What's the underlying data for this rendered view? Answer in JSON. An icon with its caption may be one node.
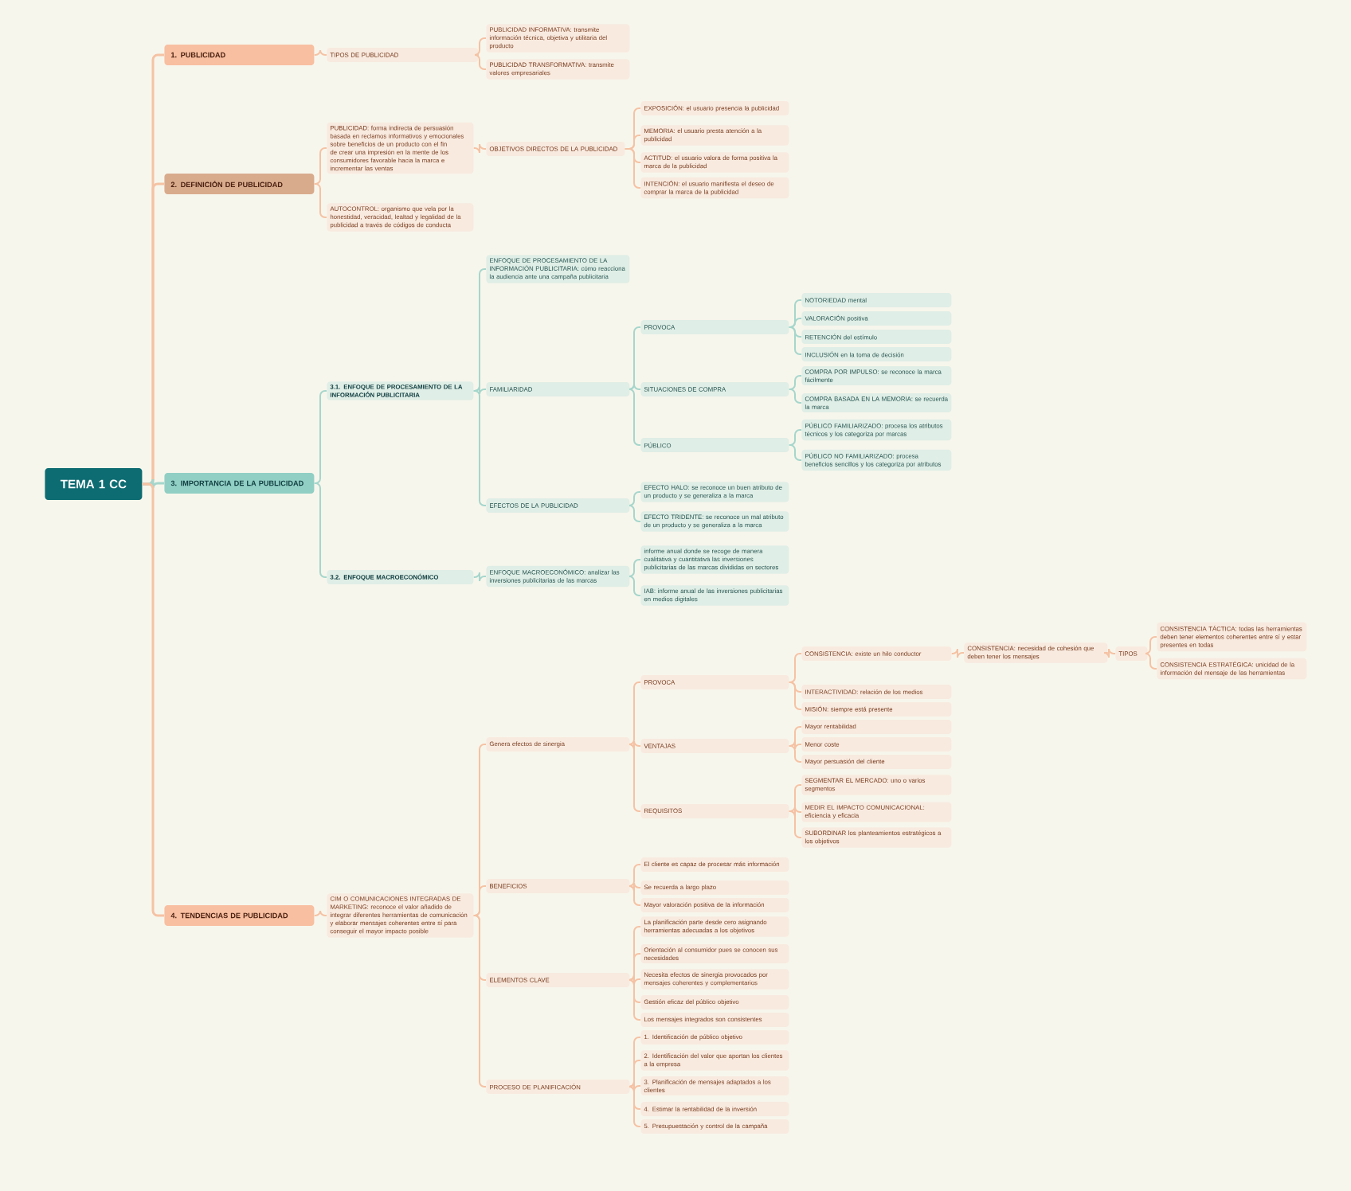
{
  "diagram": {
    "nodes": [
      {
        "text": [
          "TEMA 1 CC"
        ]
      },
      {
        "text": [
          "1. PUBLICIDAD"
        ]
      },
      {
        "text": [
          "TIPOS DE PUBLICIDAD"
        ]
      },
      {
        "text": [
          "PUBLICIDAD INFORMATIVA: transmite información técnica, objetiva y utilitaria del producto"
        ]
      },
      {
        "text": [
          "PUBLICIDAD TRANSFORMATIVA: transmite valores empresariales"
        ]
      },
      {
        "text": [
          "2. DEFINICIÓN DE PUBLICIDAD"
        ]
      },
      {
        "text": [
          "PUBLICIDAD: forma indirecta de persuasión basada en reclamos informativos y emocionales sobre beneficios de un producto con el fin de crear una impresión en la mente de los consumidores favorable hacia la marca e incrementar las ventas"
        ]
      },
      {
        "text": [
          "OBJETIVOS DIRECTOS DE LA PUBLICIDAD"
        ]
      },
      {
        "text": [
          "EXPOSICIÓN: el usuario presencia la publicidad"
        ]
      },
      {
        "text": [
          "MEMORIA: el usuario presta atención a la publicidad"
        ]
      },
      {
        "text": [
          "ACTITUD: el usuario valora de forma positiva la marca de la publicidad"
        ]
      },
      {
        "text": [
          "INTENCIÓN: el usuario manifiesta el deseo de comprar la marca de la publicidad"
        ]
      },
      {
        "text": [
          "AUTOCONTROL: organismo que vela por la honestidad, veracidad, lealtad y legalidad de la publicidad a través de códigos de conducta"
        ]
      },
      {
        "text": [
          "3. IMPORTANCIA DE LA PUBLICIDAD"
        ]
      },
      {
        "text": [
          "3.1. ENFOQUE DE PROCESAMIENTO DE LA INFORMACIÓN PUBLICITARIA"
        ]
      },
      {
        "text": [
          "ENFOQUE DE PROCESAMIENTO DE LA INFORMACIÓN PUBLICITARIA: cómo reacciona la audiencia ante una campaña publicitaria"
        ]
      },
      {
        "text": [
          "FAMILIARIDAD"
        ]
      },
      {
        "text": [
          "PROVOCA"
        ]
      },
      {
        "text": [
          "NOTORIEDAD mental"
        ]
      },
      {
        "text": [
          "VALORACIÓN positiva"
        ]
      },
      {
        "text": [
          "RETENCIÓN del estímulo"
        ]
      },
      {
        "text": [
          "INCLUSIÓN en la toma de decisión"
        ]
      },
      {
        "text": [
          "SITUACIONES DE COMPRA"
        ]
      },
      {
        "text": [
          "COMPRA POR IMPULSO: se reconoce la marca fácilmente"
        ]
      },
      {
        "text": [
          "COMPRA BASADA EN LA MEMORIA: se recuerda la marca"
        ]
      },
      {
        "text": [
          "PÚBLICO"
        ]
      },
      {
        "text": [
          "PÚBLICO FAMILIARIZADO: procesa los atributos técnicos y los categoriza por marcas"
        ]
      },
      {
        "text": [
          "PÚBLICO NO FAMILIARIZADO: procesa beneficios sencillos y los categoriza por atributos"
        ]
      },
      {
        "text": [
          "EFECTOS DE LA PUBLICIDAD"
        ]
      },
      {
        "text": [
          "EFECTO HALO: se reconoce un buen atributo de un producto y se generaliza a la marca"
        ]
      },
      {
        "text": [
          "EFECTO TRIDENTE: se reconoce un mal atributo de un producto y se generaliza a la marca"
        ]
      },
      {
        "text": [
          "3.2. ENFOQUE MACROECONÓMICO"
        ]
      },
      {
        "text": [
          "ENFOQUE MACROECONÓMICO: analizar las inversiones publicitarias de las marcas"
        ]
      },
      {
        "text": [
          "informe anual donde se recoge de manera cualitativa y cuantitativa las inversiones publicitarias de las marcas divididas en sectores"
        ]
      },
      {
        "text": [
          "IAB: informe anual de las inversiones publicitarias en medios digitales"
        ]
      },
      {
        "text": [
          "4. TENDENCIAS DE PUBLICIDAD"
        ]
      },
      {
        "text": [
          "CIM O COMUNICACIONES INTEGRADAS DE MARKETING: reconoce el valor añadido de integrar diferentes herramientas de comunicación y elaborar mensajes coherentes entre sí para conseguir el mayor impacto posible"
        ]
      },
      {
        "text": [
          "Genera efectos de sinergia"
        ]
      },
      {
        "text": [
          "PROVOCA"
        ]
      },
      {
        "text": [
          "CONSISTENCIA: existe un hilo conductor"
        ]
      },
      {
        "text": [
          "CONSISTENCIA: necesidad de cohesión que deben tener los mensajes"
        ]
      },
      {
        "text": [
          "TIPOS"
        ]
      },
      {
        "text": [
          "CONSISTENCIA TÁCTICA: todas las herramientas deben tener elementos coherentes entre sí y estar presentes en todas"
        ]
      },
      {
        "text": [
          "CONSISTENCIA ESTRATÉGICA: unicidad de la información del mensaje de las herramientas"
        ]
      },
      {
        "text": [
          "INTERACTIVIDAD: relación de los medios"
        ]
      },
      {
        "text": [
          "MISIÓN: siempre está presente"
        ]
      },
      {
        "text": [
          "VENTAJAS"
        ]
      },
      {
        "text": [
          "Mayor rentabilidad"
        ]
      },
      {
        "text": [
          "Menor coste"
        ]
      },
      {
        "text": [
          "Mayor persuasión del cliente"
        ]
      },
      {
        "text": [
          "REQUISITOS"
        ]
      },
      {
        "text": [
          "SEGMENTAR EL MERCADO: uno o varios segmentos"
        ]
      },
      {
        "text": [
          "MEDIR EL IMPACTO COMUNICACIONAL: eficiencia y eficacia"
        ]
      },
      {
        "text": [
          "SUBORDINAR los planteamientos estratégicos a los objetivos"
        ]
      },
      {
        "text": [
          "BENEFICIOS"
        ]
      },
      {
        "text": [
          "El cliente es capaz de procesar más información"
        ]
      },
      {
        "text": [
          "Se recuerda a largo plazo"
        ]
      },
      {
        "text": [
          "Mayor valoración positiva de la información"
        ]
      },
      {
        "text": [
          "ELEMENTOS CLAVE"
        ]
      },
      {
        "text": [
          "La planificación parte desde cero asignando herramientas adecuadas a los objetivos"
        ]
      },
      {
        "text": [
          "Orientación al consumidor pues se conocen sus necesidades"
        ]
      },
      {
        "text": [
          "Necesita efectos de sinergia provocados por mensajes coherentes y complementarios"
        ]
      },
      {
        "text": [
          "Gestión eficaz del público objetivo"
        ]
      },
      {
        "text": [
          "Los mensajes integrados son consistentes"
        ]
      },
      {
        "text": [
          "PROCESO DE PLANIFICACIÓN"
        ]
      },
      {
        "text": [
          "1. Identificación de público objetivo"
        ]
      },
      {
        "text": [
          "2. Identificación del valor que aportan los clientes a la empresa"
        ]
      },
      {
        "text": [
          "3. Planificación de mensajes adaptados a los clientes"
        ]
      },
      {
        "text": [
          "4. Estimar la rentabilidad de la inversión"
        ]
      },
      {
        "text": [
          "5. Presupuestación y control de la campaña"
        ]
      }
    ],
    "edges": [
      {
        "from": 0,
        "to": 1,
        "arrow": "none"
      },
      {
        "from": 0,
        "to": 5,
        "arrow": "none"
      },
      {
        "from": 0,
        "to": 13,
        "arrow": "none",
        "color": "#a6d6cc"
      },
      {
        "from": 0,
        "to": 35,
        "arrow": "none"
      },
      {
        "from": 1,
        "to": 2,
        "arrow": "none"
      },
      {
        "from": 2,
        "to": 3,
        "arrow": "none"
      },
      {
        "from": 2,
        "to": 4,
        "arrow": "none"
      },
      {
        "from": 5,
        "to": 6,
        "arrow": "none"
      },
      {
        "from": 6,
        "to": 7,
        "arrow": "none"
      },
      {
        "from": 7,
        "to": 8,
        "arrow": "none"
      },
      {
        "from": 7,
        "to": 9,
        "arrow": "none"
      },
      {
        "from": 7,
        "to": 10,
        "arrow": "none"
      },
      {
        "from": 7,
        "to": 11,
        "arrow": "none"
      },
      {
        "from": 5,
        "to": 12,
        "arrow": "none"
      },
      {
        "from": 13,
        "to": 14,
        "arrow": "none",
        "color": "#a6d6cc"
      },
      {
        "from": 14,
        "to": 15,
        "arrow": "none",
        "color": "#a6d6cc"
      },
      {
        "from": 14,
        "to": 16,
        "arrow": "none",
        "color": "#a6d6cc"
      },
      {
        "from": 16,
        "to": 17,
        "arrow": "none",
        "color": "#a6d6cc"
      },
      {
        "from": 17,
        "to": 18,
        "arrow": "none",
        "color": "#a6d6cc"
      },
      {
        "from": 17,
        "to": 19,
        "arrow": "none",
        "color": "#a6d6cc"
      },
      {
        "from": 17,
        "to": 20,
        "arrow": "none",
        "color": "#a6d6cc"
      },
      {
        "from": 17,
        "to": 21,
        "arrow": "none",
        "color": "#a6d6cc"
      },
      {
        "from": 16,
        "to": 22,
        "arrow": "none",
        "color": "#a6d6cc"
      },
      {
        "from": 22,
        "to": 23,
        "arrow": "none",
        "color": "#a6d6cc"
      },
      {
        "from": 22,
        "to": 24,
        "arrow": "none",
        "color": "#a6d6cc"
      },
      {
        "from": 16,
        "to": 25,
        "arrow": "none",
        "color": "#a6d6cc"
      },
      {
        "from": 25,
        "to": 26,
        "arrow": "none",
        "color": "#a6d6cc"
      },
      {
        "from": 25,
        "to": 27,
        "arrow": "none",
        "color": "#a6d6cc"
      },
      {
        "from": 14,
        "to": 28,
        "arrow": "none",
        "color": "#a6d6cc"
      },
      {
        "from": 28,
        "to": 29,
        "arrow": "none",
        "color": "#a6d6cc"
      },
      {
        "from": 28,
        "to": 30,
        "arrow": "none",
        "color": "#a6d6cc"
      },
      {
        "from": 13,
        "to": 31,
        "arrow": "none",
        "color": "#a6d6cc"
      },
      {
        "from": 31,
        "to": 32,
        "arrow": "none",
        "color": "#a6d6cc"
      },
      {
        "from": 32,
        "to": 33,
        "arrow": "none",
        "color": "#a6d6cc"
      },
      {
        "from": 32,
        "to": 34,
        "arrow": "none",
        "color": "#a6d6cc"
      },
      {
        "from": 35,
        "to": 36,
        "arrow": "none"
      },
      {
        "from": 36,
        "to": 37,
        "arrow": "none"
      },
      {
        "from": 37,
        "to": 38,
        "arrow": "none"
      },
      {
        "from": 38,
        "to": 39,
        "arrow": "none"
      },
      {
        "from": 39,
        "to": 40,
        "arrow": "none"
      },
      {
        "from": 40,
        "to": 41,
        "arrow": "none"
      },
      {
        "from": 41,
        "to": 42,
        "arrow": "none"
      },
      {
        "from": 41,
        "to": 43,
        "arrow": "none"
      },
      {
        "from": 38,
        "to": 44,
        "arrow": "none"
      },
      {
        "from": 38,
        "to": 45,
        "arrow": "none"
      },
      {
        "from": 37,
        "to": 46,
        "arrow": "none"
      },
      {
        "from": 46,
        "to": 47,
        "arrow": "none"
      },
      {
        "from": 46,
        "to": 48,
        "arrow": "none"
      },
      {
        "from": 46,
        "to": 49,
        "arrow": "none"
      },
      {
        "from": 37,
        "to": 50,
        "arrow": "none"
      },
      {
        "from": 50,
        "to": 51,
        "arrow": "none"
      },
      {
        "from": 50,
        "to": 52,
        "arrow": "none"
      },
      {
        "from": 50,
        "to": 53,
        "arrow": "none"
      },
      {
        "from": 36,
        "to": 54,
        "arrow": "none"
      },
      {
        "from": 54,
        "to": 55,
        "arrow": "none"
      },
      {
        "from": 54,
        "to": 56,
        "arrow": "none"
      },
      {
        "from": 54,
        "to": 57,
        "arrow": "none"
      },
      {
        "from": 36,
        "to": 58,
        "arrow": "none"
      },
      {
        "from": 58,
        "to": 59,
        "arrow": "none"
      },
      {
        "from": 58,
        "to": 60,
        "arrow": "none"
      },
      {
        "from": 58,
        "to": 61,
        "arrow": "none"
      },
      {
        "from": 58,
        "to": 62,
        "arrow": "none"
      },
      {
        "from": 58,
        "to": 63,
        "arrow": "none"
      },
      {
        "from": 36,
        "to": 64,
        "arrow": "none"
      },
      {
        "from": 64,
        "to": 65,
        "arrow": "none"
      },
      {
        "from": 64,
        "to": 66,
        "arrow": "none"
      },
      {
        "from": 64,
        "to": 67,
        "arrow": "none"
      },
      {
        "from": 64,
        "to": 68,
        "arrow": "none"
      },
      {
        "from": 64,
        "to": 69,
        "arrow": "none"
      }
    ]
  }
}
